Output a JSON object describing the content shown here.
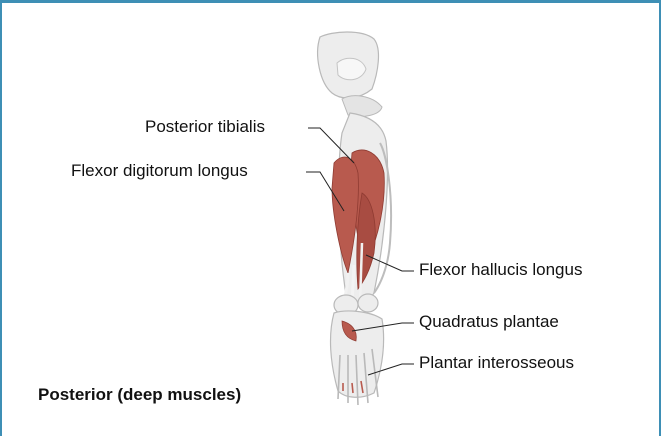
{
  "labels": {
    "posterior_tibialis": "Posterior tibialis",
    "flexor_digitorum_longus": "Flexor digitorum longus",
    "flexor_hallucis_longus": "Flexor hallucis longus",
    "quadratus_plantae": "Quadratus plantae",
    "plantar_interosseous": "Plantar interosseous"
  },
  "caption": "Posterior (deep muscles)",
  "colors": {
    "frame_border": "#3e8fb5",
    "muscle": "#b85a4e",
    "muscle_dark": "#8f3b32",
    "bone": "#ededed",
    "bone_outline": "#b9b9b9",
    "leader_line": "#222222"
  }
}
